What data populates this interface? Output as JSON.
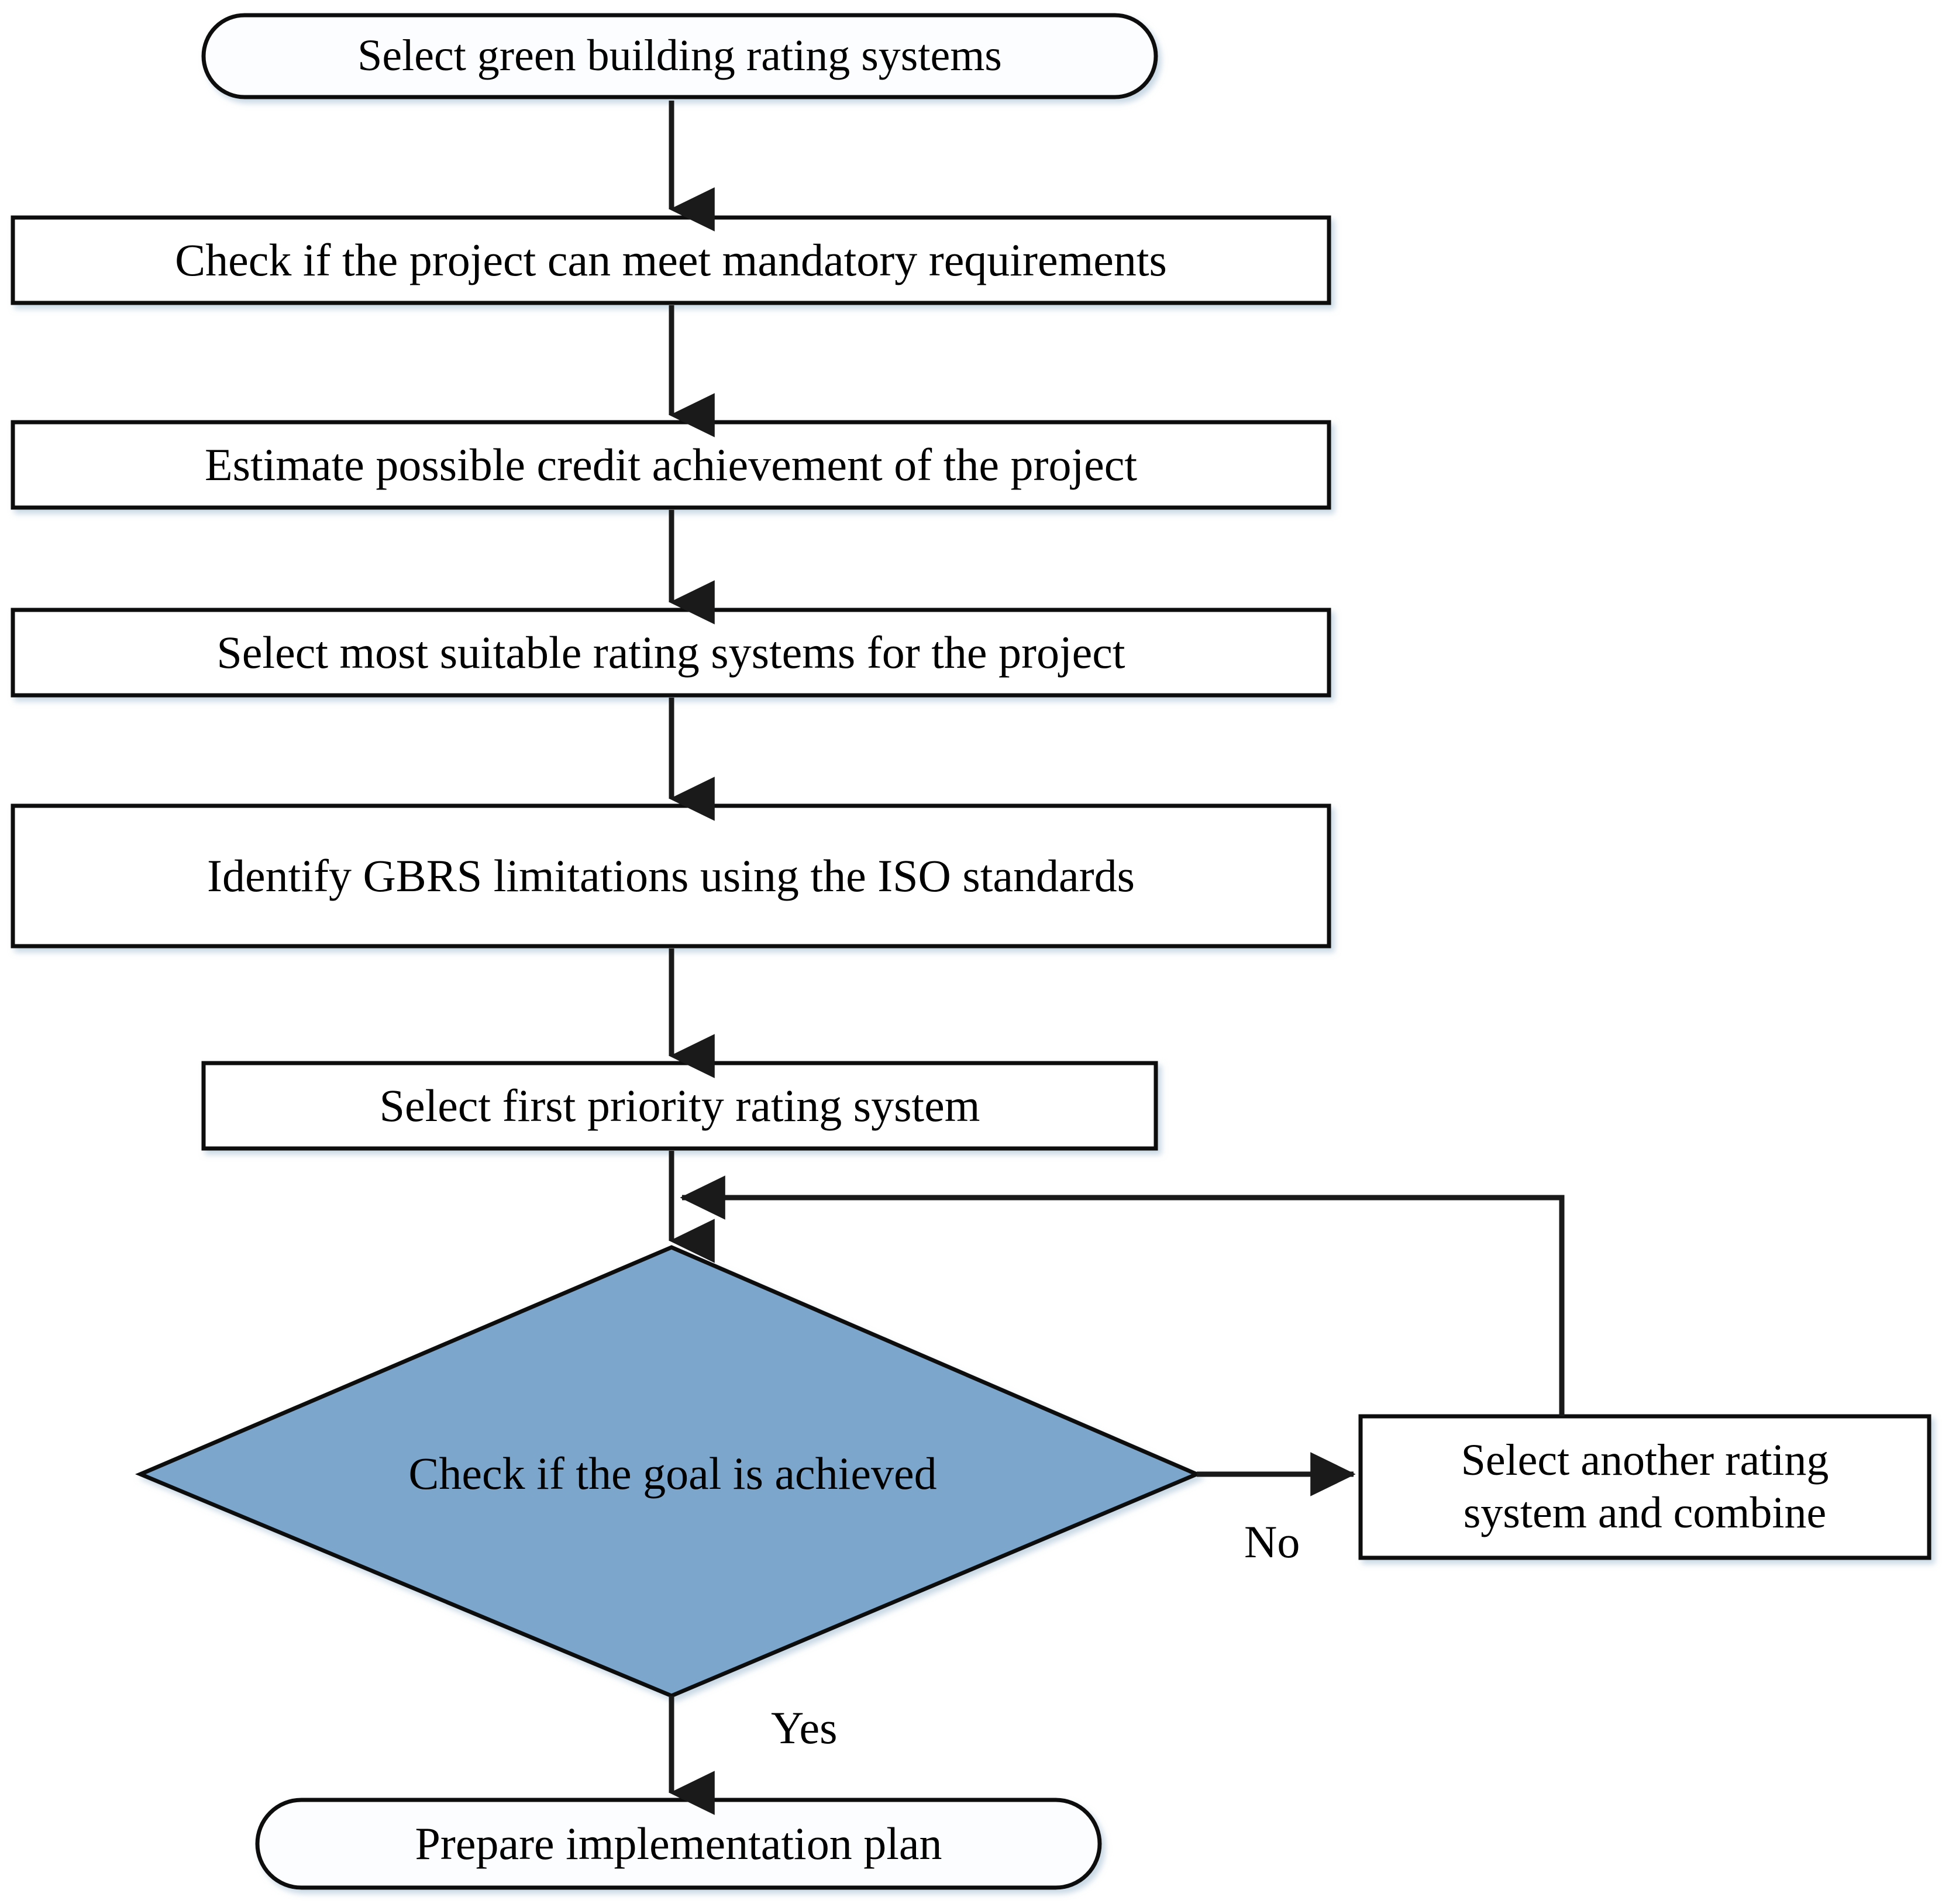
{
  "diagram": {
    "type": "flowchart",
    "title": "Green building rating system selection process",
    "background_color": "#ffffff",
    "line_color": "#1a1a1a",
    "text_color": "#000000",
    "decision_fill": "#7CA6CC",
    "process_fill": "#ffffff"
  },
  "nodes": {
    "start": {
      "label": "Select green building rating systems",
      "shape": "stadium",
      "fill": "#ffffff"
    },
    "check_mandatory": {
      "label": "Check if the project can meet mandatory requirements",
      "shape": "rectangle",
      "fill": "#ffffff"
    },
    "estimate_credit": {
      "label": "Estimate possible credit achievement of the project",
      "shape": "rectangle",
      "fill": "#ffffff"
    },
    "select_suitable": {
      "label": "Select most suitable rating systems for the project",
      "shape": "rectangle",
      "fill": "#ffffff"
    },
    "identify_limitations": {
      "label": "Identify GBRS limitations using the ISO standards",
      "shape": "rectangle",
      "fill": "#ffffff"
    },
    "select_first_priority": {
      "label": "Select first priority rating system",
      "shape": "rectangle",
      "fill": "#ffffff"
    },
    "decision_goal": {
      "label": "Check if the goal is achieved",
      "shape": "diamond",
      "fill": "#7CA6CC"
    },
    "select_another": {
      "label": "Select another rating\nsystem and combine",
      "shape": "rectangle",
      "fill": "#ffffff"
    },
    "prepare_plan": {
      "label": "Prepare implementation plan",
      "shape": "stadium",
      "fill": "#ffffff"
    }
  },
  "edges": [
    {
      "from": "start",
      "to": "check_mandatory",
      "label": ""
    },
    {
      "from": "check_mandatory",
      "to": "estimate_credit",
      "label": ""
    },
    {
      "from": "estimate_credit",
      "to": "select_suitable",
      "label": ""
    },
    {
      "from": "select_suitable",
      "to": "identify_limitations",
      "label": ""
    },
    {
      "from": "identify_limitations",
      "to": "select_first_priority",
      "label": ""
    },
    {
      "from": "select_first_priority",
      "to": "decision_goal",
      "label": ""
    },
    {
      "from": "decision_goal",
      "to": "select_another",
      "label": "No"
    },
    {
      "from": "decision_goal",
      "to": "prepare_plan",
      "label": "Yes"
    },
    {
      "from": "select_another",
      "to": "decision_goal",
      "label": ""
    }
  ],
  "edge_labels": {
    "no": "No",
    "yes": "Yes"
  }
}
